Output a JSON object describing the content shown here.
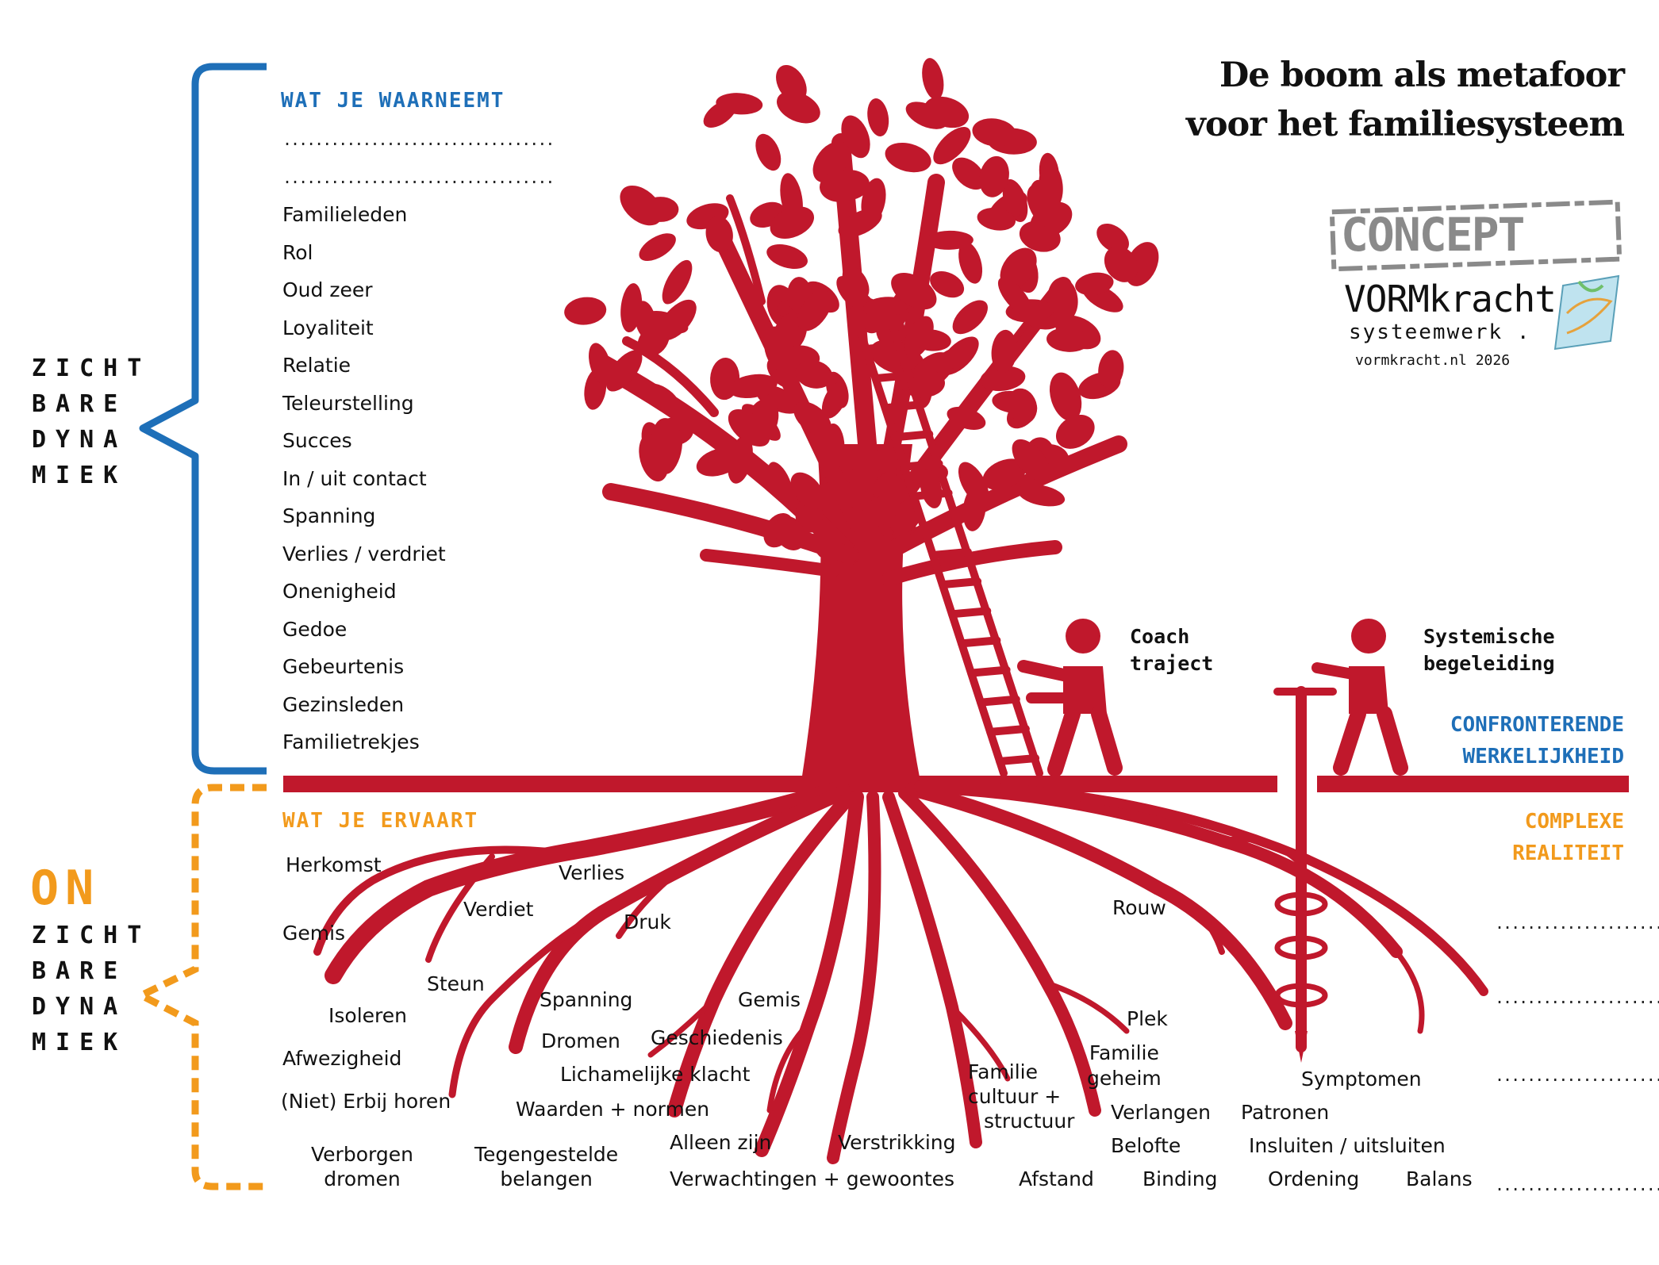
{
  "title": {
    "line1": "De boom als metafoor",
    "line2": "voor het familiesysteem"
  },
  "logo": {
    "stamp": "CONCEPT",
    "brand": "VORMkracht",
    "sub": "systeemwerk .",
    "site": "vormkracht.nl 2026",
    "icon": "map-icon"
  },
  "visible_side": {
    "lines": [
      "ZICHT",
      "BARE",
      "DYNA",
      "MIEK"
    ]
  },
  "hidden_side": {
    "prefix": "ON",
    "lines": [
      "ZICHT",
      "BARE",
      "DYNA",
      "MIEK"
    ]
  },
  "perceive": {
    "header": "WAT JE WAARNEEMT",
    "placeholder": "..................................",
    "items": [
      "Familieleden",
      "Rol",
      "Oud zeer",
      "Loyaliteit",
      "Relatie",
      "Teleurstelling",
      "Succes",
      "In / uit contact",
      "Spanning",
      "Verlies / verdriet",
      "Onenigheid",
      "Gedoe",
      "Gebeurtenis",
      "Gezinsleden",
      "Familietrekjes"
    ]
  },
  "experience": {
    "header": "WAT JE ERVAART"
  },
  "coach": {
    "line1": "Coach",
    "line2": "traject"
  },
  "systemic": {
    "line1": "Systemische",
    "line2": "begeleiding"
  },
  "confront": {
    "line1": "CONFRONTERENDE",
    "line2": "WERKELIJKHEID"
  },
  "complex": {
    "line1": "COMPLEXE",
    "line2": "REALITEIT",
    "placeholder": ".........................."
  },
  "roots": {
    "herkomst": "Herkomst",
    "verlies": "Verlies",
    "verdiet": "Verdiet",
    "gemis1": "Gemis",
    "druk": "Druk",
    "rouw": "Rouw",
    "steun": "Steun",
    "isoleren": "Isoleren",
    "spanning": "Spanning",
    "gemis2": "Gemis",
    "plek": "Plek",
    "dromen": "Dromen",
    "geschiedenis": "Geschiedenis",
    "afwezigheid": "Afwezigheid",
    "lichamelijke": "Lichamelijke klacht",
    "familie_geheim_1": "Familie",
    "familie_geheim_2": "geheim",
    "familie_cultuur_1": "Familie",
    "familie_cultuur_2": "cultuur +",
    "familie_cultuur_3": "structuur",
    "symptomen": "Symptomen",
    "niet_erbij": "(Niet) Erbij horen",
    "waarden": "Waarden + normen",
    "verlangen": "Verlangen",
    "patronen": "Patronen",
    "alleen": "Alleen zijn",
    "verstrikking": "Verstrikking",
    "belofte": "Belofte",
    "insluiten": "Insluiten / uitsluiten",
    "verborgen_1": "Verborgen",
    "verborgen_2": "dromen",
    "tegengestelde_1": "Tegengestelde",
    "tegengestelde_2": "belangen",
    "verwachtingen": "Verwachtingen + gewoontes",
    "afstand": "Afstand",
    "binding": "Binding",
    "ordening": "Ordening",
    "balans": "Balans"
  },
  "colors": {
    "tree": "#c0182c",
    "blue": "#1e6fb8",
    "orange": "#f29a1c",
    "stamp": "#8a8a8a"
  }
}
